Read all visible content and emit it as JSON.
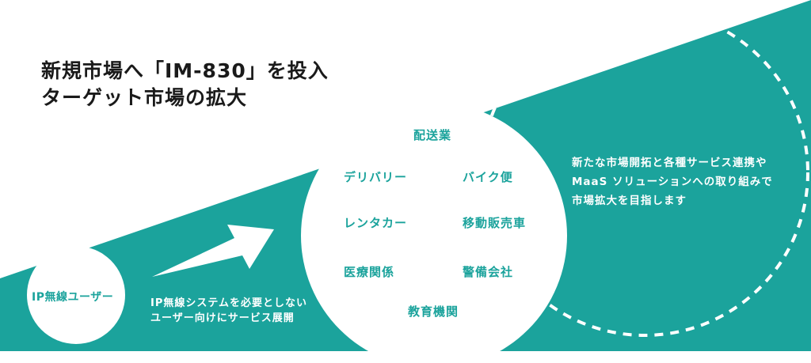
{
  "colors": {
    "teal": "#1ba39c",
    "white": "#ffffff",
    "title_text": "#1a1a1a"
  },
  "title": {
    "line1": "新規市場へ「IM-830」を投入",
    "line2": "ターゲット市場の拡大"
  },
  "current_market": {
    "label": "IP無線ユーザー"
  },
  "expansion_note": {
    "line1": "IP無線システムを必要としない",
    "line2": "ユーザー向けにサービス展開"
  },
  "target_industries": [
    "配送業",
    "デリバリー",
    "バイク便",
    "レンタカー",
    "移動販売車",
    "医療関係",
    "警備会社",
    "教育機関"
  ],
  "future_note": {
    "line1": "新たな市場開拓と各種サービス連携や",
    "line2": "MaaS ソリューションへの取り組みで",
    "line3": "市場拡大を目指します"
  },
  "icons": {
    "arrow": "growth-arrow-icon"
  }
}
